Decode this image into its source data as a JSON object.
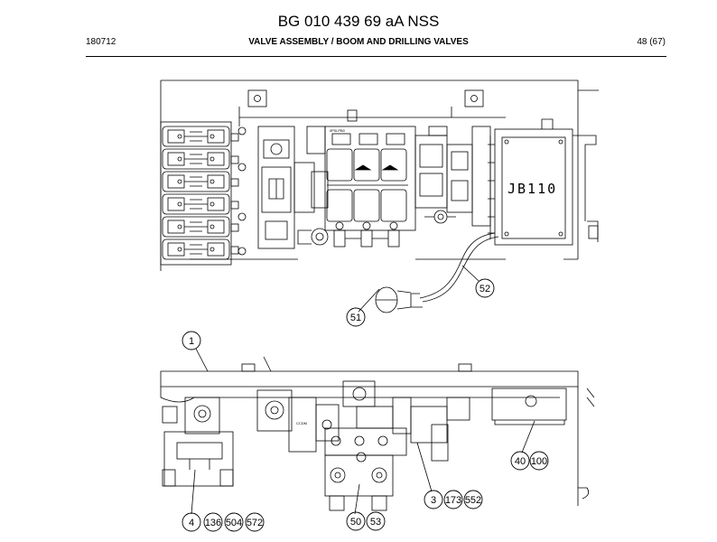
{
  "header": {
    "doc_number": "BG 010 439 69 aA NSS",
    "date_code": "180712",
    "section_title": "VALVE ASSEMBLY / BOOM AND DRILLING VALVES",
    "page_info": "48 (67)"
  },
  "drawing": {
    "box_label": "JB110",
    "callouts": [
      "52",
      "51",
      "1",
      "40",
      "100",
      "3",
      "173",
      "552",
      "4",
      "136",
      "504",
      "572",
      "50",
      "53"
    ]
  }
}
